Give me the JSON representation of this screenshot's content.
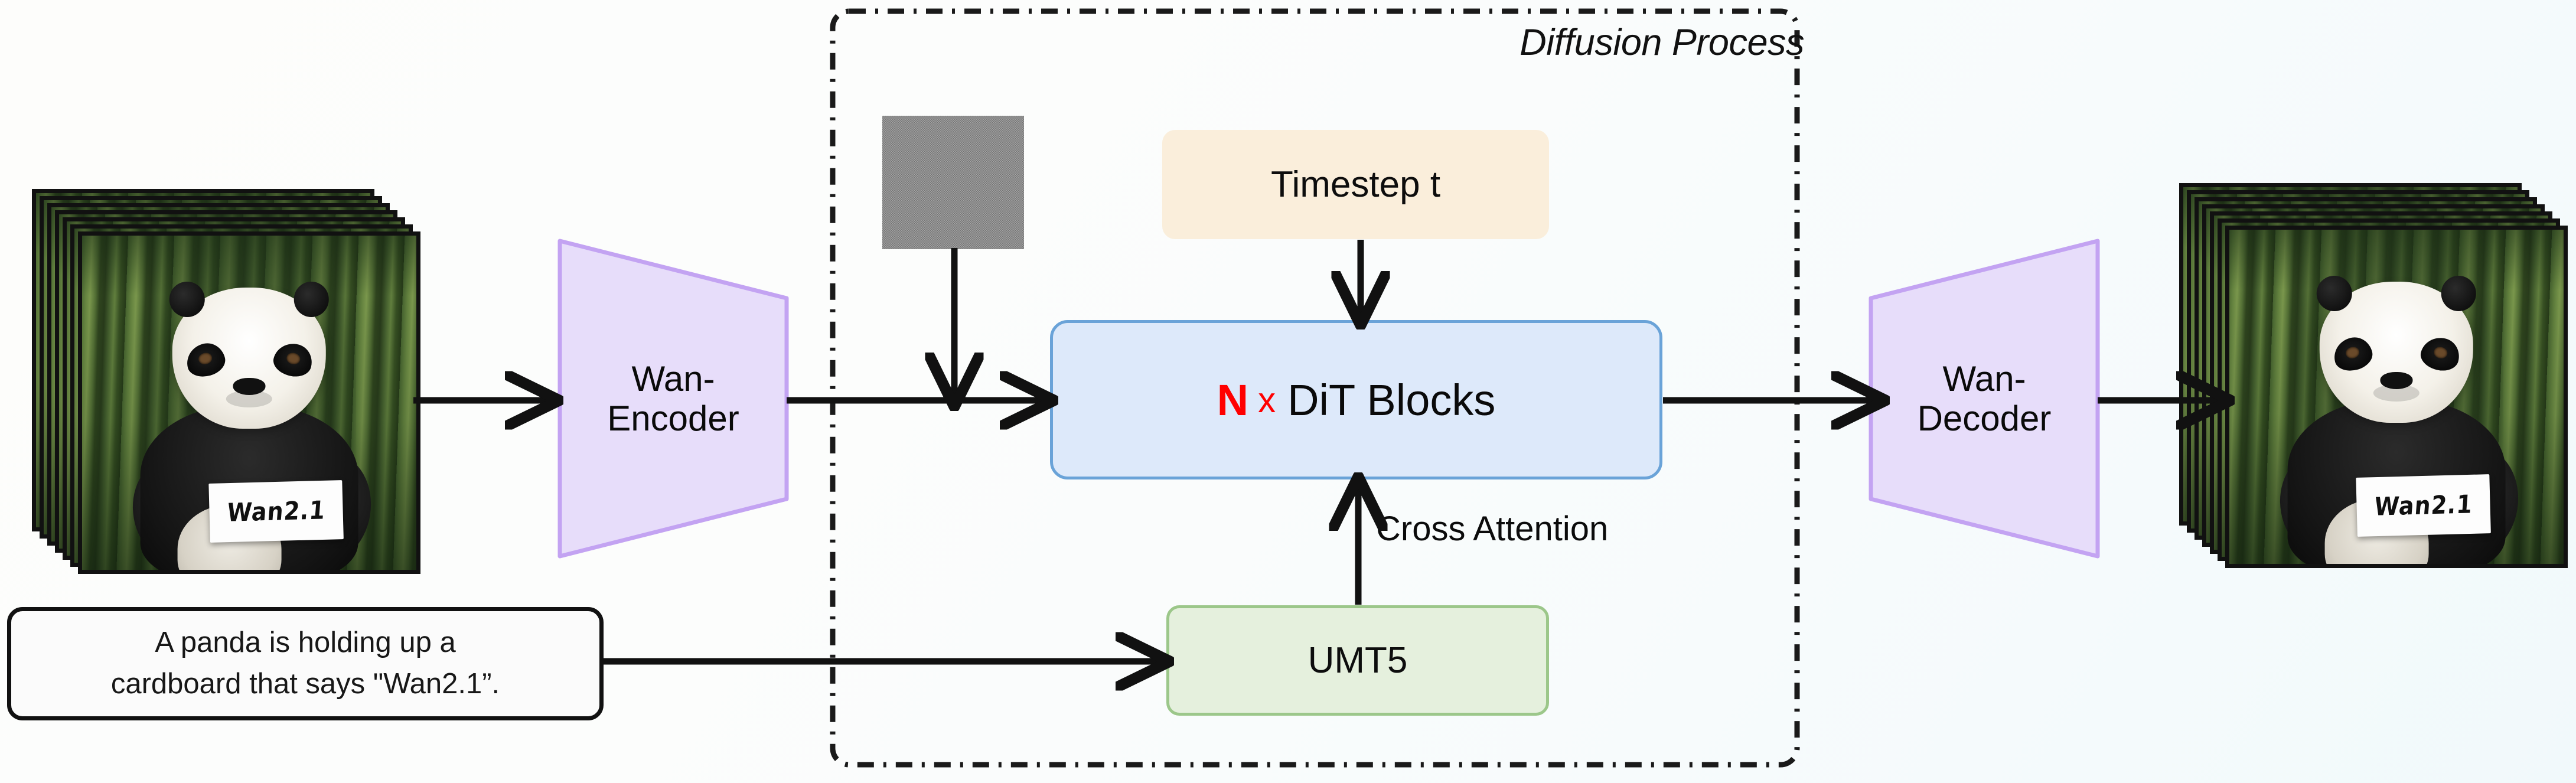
{
  "diagram": {
    "title": "Wan2.1 text-to-video diffusion pipeline",
    "background_colors": {
      "top_left": "#fdfdfb",
      "bottom_right": "#f1f9fb"
    }
  },
  "diffusion_container": {
    "label": "Diffusion Process",
    "border_style": "dash-dot",
    "border_color": "#1a1a1a"
  },
  "nodes": {
    "input_video": {
      "label": "input video frame stack",
      "frames": 7,
      "card_text": "Wan2.1"
    },
    "encoder": {
      "label_line1": "Wan-",
      "label_line2": "Encoder",
      "fill": "#e7ddfa",
      "stroke": "#c3a3f2",
      "shape": "trapezoid-narrowing-right"
    },
    "noise": {
      "label": "gaussian-noise-latent"
    },
    "timestep": {
      "label": "Timestep t",
      "fill": "#faeedb",
      "stroke": "none"
    },
    "dit": {
      "prefix": "N",
      "multiplier": "x",
      "label": "DiT Blocks",
      "fill": "#dde9fa",
      "stroke": "#6aa3d8",
      "accent_color": "#ff0000"
    },
    "umt5": {
      "label": "UMT5",
      "fill": "#e5f0dd",
      "stroke": "#9cc78a"
    },
    "prompt": {
      "line1": "A panda is holding up a",
      "line2": "cardboard that says \"Wan2.1”.",
      "fill": "#fbfbfb",
      "stroke": "#111111"
    },
    "decoder": {
      "label_line1": "Wan-",
      "label_line2": "Decoder",
      "fill": "#e7ddfa",
      "stroke": "#c3a3f2",
      "shape": "trapezoid-widening-right"
    },
    "output_video": {
      "label": "output video frame stack",
      "frames": 7,
      "card_text": "Wan2.1"
    }
  },
  "edges": {
    "cross_attention_label": "Cross Attention",
    "list": [
      {
        "from": "input_video",
        "to": "encoder",
        "label": ""
      },
      {
        "from": "encoder",
        "to": "dit",
        "label": ""
      },
      {
        "from": "noise",
        "to": "latent_stream",
        "label": ""
      },
      {
        "from": "timestep",
        "to": "dit",
        "label": ""
      },
      {
        "from": "umt5",
        "to": "dit",
        "label": "Cross Attention"
      },
      {
        "from": "prompt",
        "to": "umt5",
        "label": ""
      },
      {
        "from": "dit",
        "to": "decoder",
        "label": ""
      },
      {
        "from": "decoder",
        "to": "output_video",
        "label": ""
      }
    ]
  }
}
